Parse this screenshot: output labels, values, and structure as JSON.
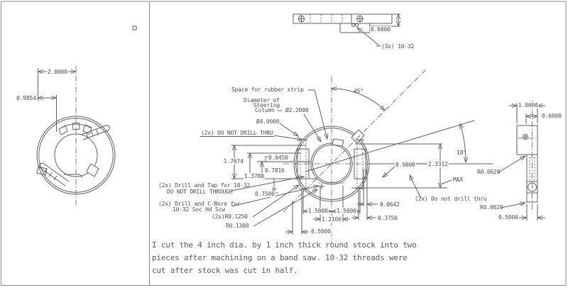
{
  "left_view": {
    "dims": {
      "width_to_center": "2.0000",
      "edge_to_slot": "0.9854"
    }
  },
  "top_view": {
    "dims": {
      "depth": "0.6000"
    },
    "notes": {
      "holes": "(3x) 10-32"
    }
  },
  "front_view": {
    "notes": {
      "rubber_strip": "Space for rubber strip",
      "steering_l1": "Diameter of",
      "steering_l2": "Steering",
      "steering_l3": "Column",
      "do_not_drill_thru": "(2x) DO NOT DRILL THRU",
      "drill_tap_l1": "(2x) Drill and Tap for 10-32",
      "drill_tap_l2": "DO NOT DRILL THROUGH",
      "c_bore_l1": "(2x) Drill and C-Bore for",
      "c_bore_l2": "10-32 Soc Hd Scw",
      "max": "MAX",
      "do_not_drill_small": "(2x) Do not drill thru"
    },
    "dims": {
      "dia_column": "Ø2.2000",
      "dia_outer": "Ø4.0000",
      "angle_45": "45°",
      "angle_18": "18°",
      "d0450": "0.0450",
      "d17674": "1.7674",
      "d07816": "0.7816",
      "d13780": "1.3780",
      "d07500": "0.7500",
      "r1250": "(2x)R0.1250",
      "r1300": "R0.1300",
      "d09000": "0.9000",
      "d23312": "2.3312",
      "d00642": "0.0642",
      "d03750": "0.3750",
      "d15a": "1.5000",
      "d15b": "1.5000",
      "d12100": "1.2100",
      "d05000": "0.5000"
    }
  },
  "side_view": {
    "dims": {
      "d10000": "1.0000",
      "d06000": "0.6000",
      "r0620a": "R0.0620",
      "r0620b": "R0.0620",
      "d05000": "0.5000"
    }
  },
  "caption": {
    "line1": "I cut the 4 inch dia. by 1 inch thick round stock into two",
    "line2": "pieces after machining on a band saw. 10-32 threads were",
    "line3": "cut after stock was cut in half."
  },
  "colors": {
    "line": "#5f5f5f",
    "text": "#4d4d4d",
    "highlight": "#ababab",
    "frame": "#8a8a8a"
  }
}
